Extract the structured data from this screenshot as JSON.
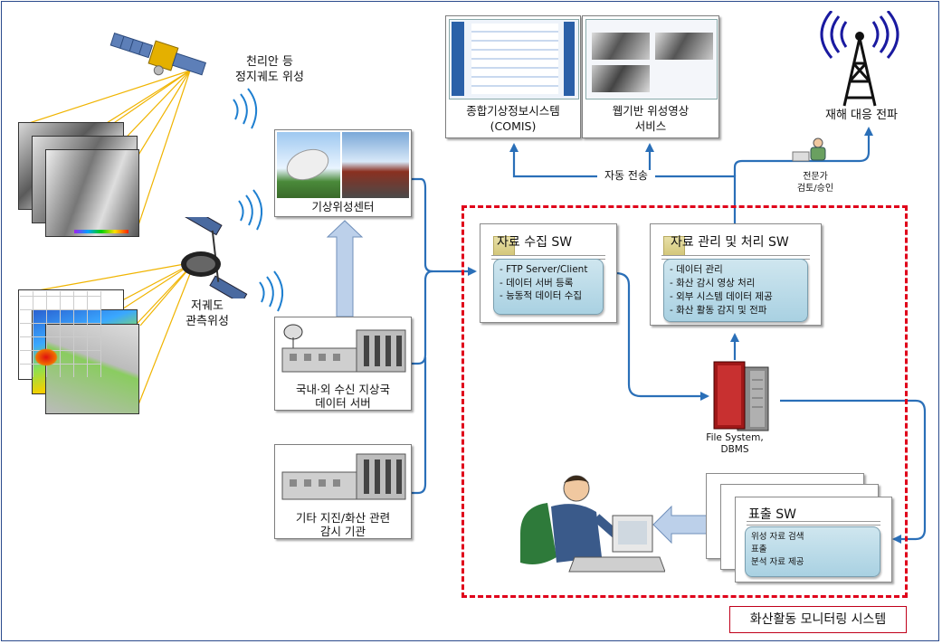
{
  "satellites": {
    "geo_label": "천리안 등\n정지궤도 위성",
    "leo_label": "저궤도\n관측위성"
  },
  "centers": {
    "kma_satellite_center": "기상위성센터",
    "ground_station": "국내·외 수신 지상국\n데이터 서버",
    "other_agencies": "기타 지진/화산 관련\n감시 기관"
  },
  "outputs": {
    "comis": "종합기상정보시스템\n(COMIS)",
    "web_service": "웹기반 위성영상\n서비스",
    "disaster": "재해 대응 전파",
    "auto_transfer": "자동 전송",
    "expert": "전문가\n검토/승인"
  },
  "collect_sw": {
    "title": "자료 수집 SW",
    "items": [
      "- FTP Server/Client",
      "- 데이터 서버 등록",
      "- 능동적 데이터 수집"
    ]
  },
  "process_sw": {
    "title": "자료 관리 및 처리 SW",
    "items": [
      "- 데이터 관리",
      "- 화산 감시 영상 처리",
      "- 외부 시스템 데이터 제공",
      "- 화산 활동 감지 및 전파"
    ]
  },
  "storage": {
    "label": "File System,\nDBMS"
  },
  "display_sw": {
    "title": "표출 SW",
    "items": [
      "위성 자료 검색",
      "표출",
      "분석 자료 제공"
    ]
  },
  "system_label": "화산활동 모니터링 시스템",
  "colors": {
    "arrow": "#2a6fb8",
    "red_dash": "#e0001a",
    "gold_rays": "#f0b400"
  }
}
